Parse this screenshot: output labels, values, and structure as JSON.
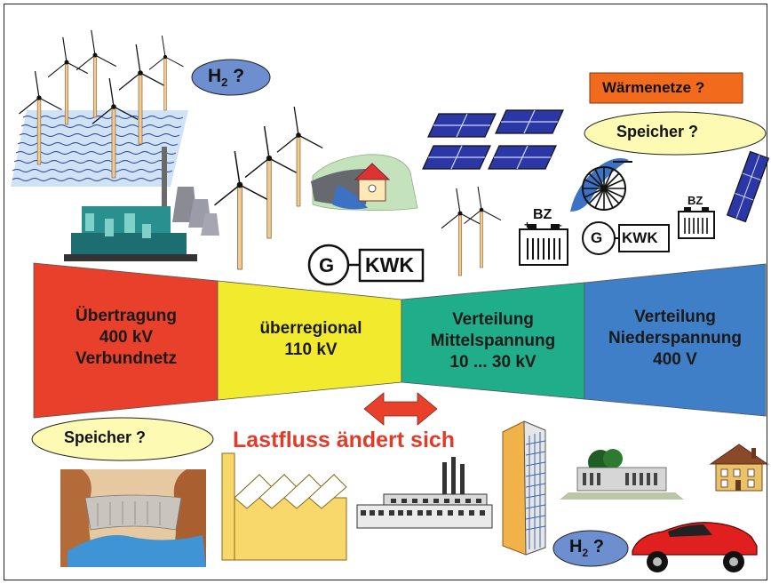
{
  "segments": [
    {
      "lines": [
        "Übertragung",
        "400 kV",
        "Verbundnetz"
      ],
      "color": "#e8402a"
    },
    {
      "lines": [
        "überregional",
        "110 kV"
      ],
      "color": "#f2ea2c"
    },
    {
      "lines": [
        "Verteilung",
        "Mittelspannung",
        "10 ... 30 kV"
      ],
      "color": "#1fad8a"
    },
    {
      "lines": [
        "Verteilung",
        "Niederspannung",
        "400 V"
      ],
      "color": "#3f7fc8"
    }
  ],
  "labels": {
    "h2_top": "H",
    "h2_sub": "2",
    "h2_q": " ?",
    "waermenetze": "Wärmenetze ?",
    "speicher_top": "Speicher ?",
    "speicher_left": "Speicher ?",
    "g": "G",
    "kwk": "KWK",
    "bz": "BZ",
    "lastfluss": "Lastfluss ändert sich"
  },
  "colors": {
    "bubble_blue": "#6d8fcf",
    "bubble_yellow": "#fdfbb3",
    "waerme_orange": "#f26a1b",
    "arrow_red": "#e8402a",
    "accent_text": "#e33b2a"
  },
  "icons": [
    "wind-turbine-icon",
    "offshore-wave-icon",
    "power-plant-icon",
    "hydro-dam-icon",
    "solar-panel-icon",
    "battery-fuel-cell-icon",
    "generator-icon",
    "factory-icon",
    "office-building-icon",
    "house-icon",
    "car-icon",
    "water-wheel-icon",
    "landscape-house-icon"
  ]
}
